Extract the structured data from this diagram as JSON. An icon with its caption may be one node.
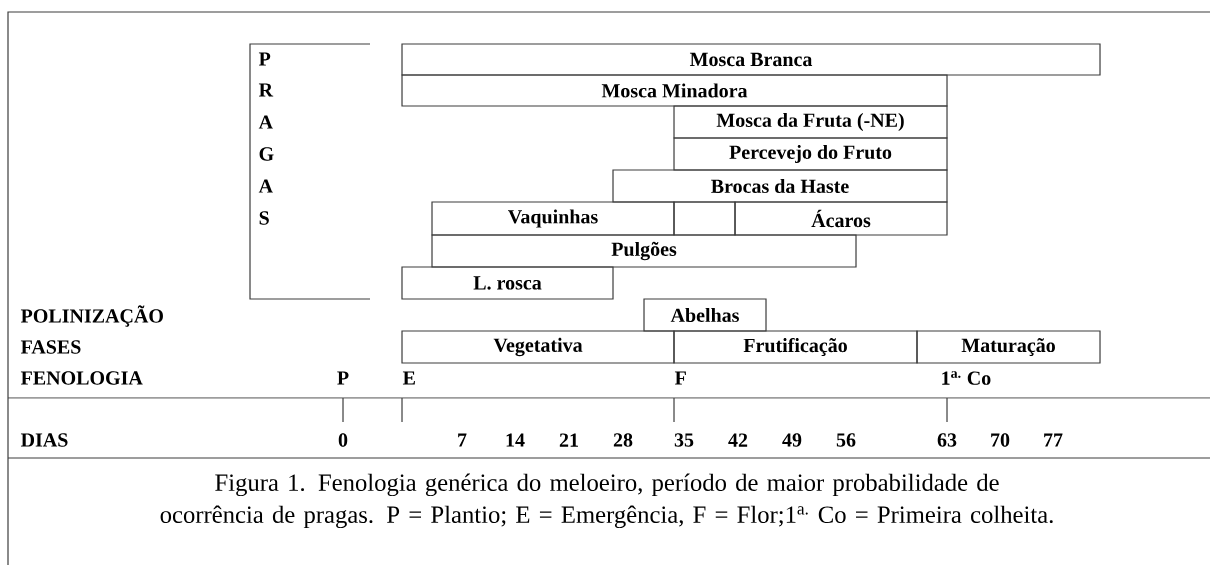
{
  "diagram": {
    "caption": "Figura 1. Fenologia  genérica do meloeiro, período de maior probabilidade de ocorrência de pragas.  P = Plantio; E = Emergência, F = Flor;1$^{a.}$ Co = Primeira colheita.",
    "nodes": [
      {
        "text": [
          "Mosca Branca"
        ]
      },
      {
        "text": [
          "Mosca Minadora"
        ]
      },
      {
        "text": [
          "Mosca da Fruta (-NE)"
        ]
      },
      {
        "text": [
          "Percevejo do Fruto"
        ]
      },
      {
        "text": [
          "Brocas da Haste"
        ]
      },
      {
        "text": [
          "Vaquinhas"
        ]
      },
      {
        "text": [],
        "shape": "box"
      },
      {
        "text": [
          "Ácaros"
        ]
      },
      {
        "text": [
          "Pulgões"
        ]
      },
      {
        "text": [
          "L. rosca"
        ]
      },
      {
        "text": [
          "Abelhas"
        ]
      },
      {
        "text": [
          "Vegetativa"
        ]
      },
      {
        "text": [
          "Frutificação"
        ]
      },
      {
        "text": [
          "Maturação"
        ]
      }
    ],
    "labels": [
      "P",
      "R",
      "A",
      "G",
      "A",
      "S",
      "POLINIZAÇÃO",
      "FASES",
      "FENOLOGIA",
      "P",
      "E",
      "F",
      "1$^{a.}$ Co",
      "DIAS",
      "0",
      "7",
      "14",
      "21",
      "28",
      "35",
      "42",
      "49",
      "56",
      "63",
      "70",
      "77"
    ]
  }
}
